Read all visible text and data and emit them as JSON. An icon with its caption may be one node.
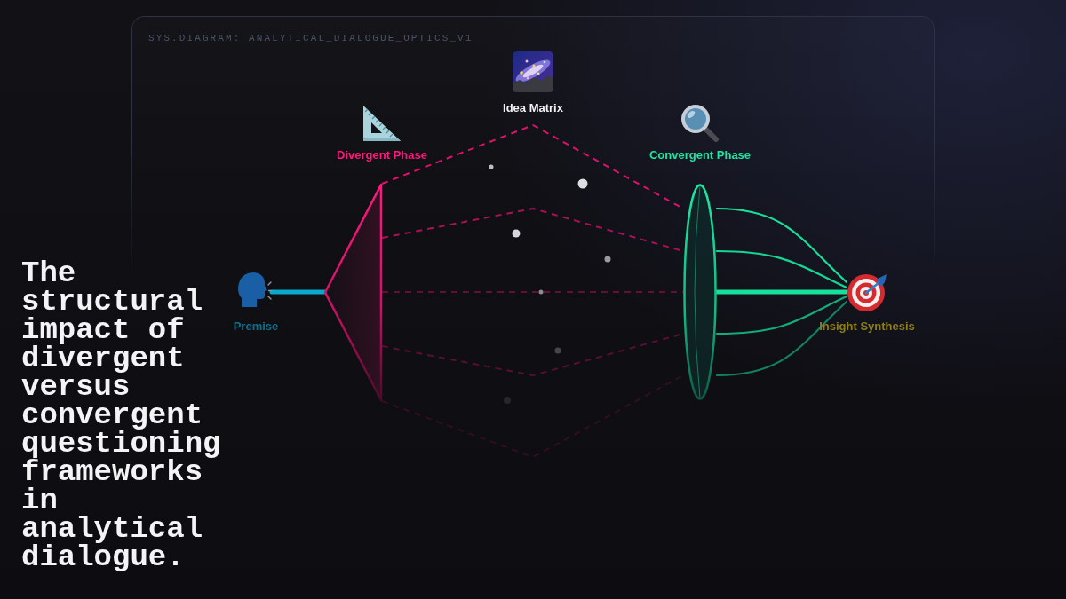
{
  "diagram": {
    "title": "The structural impact of divergent versus convergent questioning frameworks in analytical dialogue.",
    "nodes": [
      {
        "text": [
          "Premise"
        ]
      },
      {
        "text": [
          "Divergent Phase"
        ]
      },
      {
        "text": [
          "Idea Matrix"
        ]
      },
      {
        "text": [
          "Convergent Phase"
        ]
      },
      {
        "text": [
          "Insight Synthesis"
        ]
      }
    ],
    "edges": [
      {
        "from": 0,
        "to": 1,
        "arrow": "none",
        "style": "thick",
        "color": "#0aa8cc"
      },
      {
        "from": 1,
        "to": 3,
        "arrow": "none",
        "style": "dashed",
        "color": "#e0106e"
      },
      {
        "from": 1,
        "to": 3,
        "arrow": "none",
        "style": "dashed",
        "color": "#e0106e"
      },
      {
        "from": 1,
        "to": 3,
        "arrow": "none",
        "style": "dashed",
        "color": "#e0106e"
      },
      {
        "from": 1,
        "to": 3,
        "arrow": "none",
        "style": "dashed",
        "color": "#e0106e"
      },
      {
        "from": 1,
        "to": 3,
        "arrow": "none",
        "style": "dashed",
        "color": "#e0106e"
      },
      {
        "from": 3,
        "to": 4,
        "arrow": "none",
        "color": "#16e09a"
      },
      {
        "from": 3,
        "to": 4,
        "arrow": "none",
        "color": "#16e09a"
      },
      {
        "from": 3,
        "to": 4,
        "arrow": "none",
        "style": "thick",
        "color": "#16e09a"
      },
      {
        "from": 3,
        "to": 4,
        "arrow": "none",
        "color": "#16e09a"
      },
      {
        "from": 3,
        "to": 4,
        "arrow": "none",
        "color": "#16e09a"
      }
    ],
    "labels": [
      "SYS.DIAGRAM: ANALYTICAL_DIALOGUE_OPTICS_V1"
    ]
  }
}
